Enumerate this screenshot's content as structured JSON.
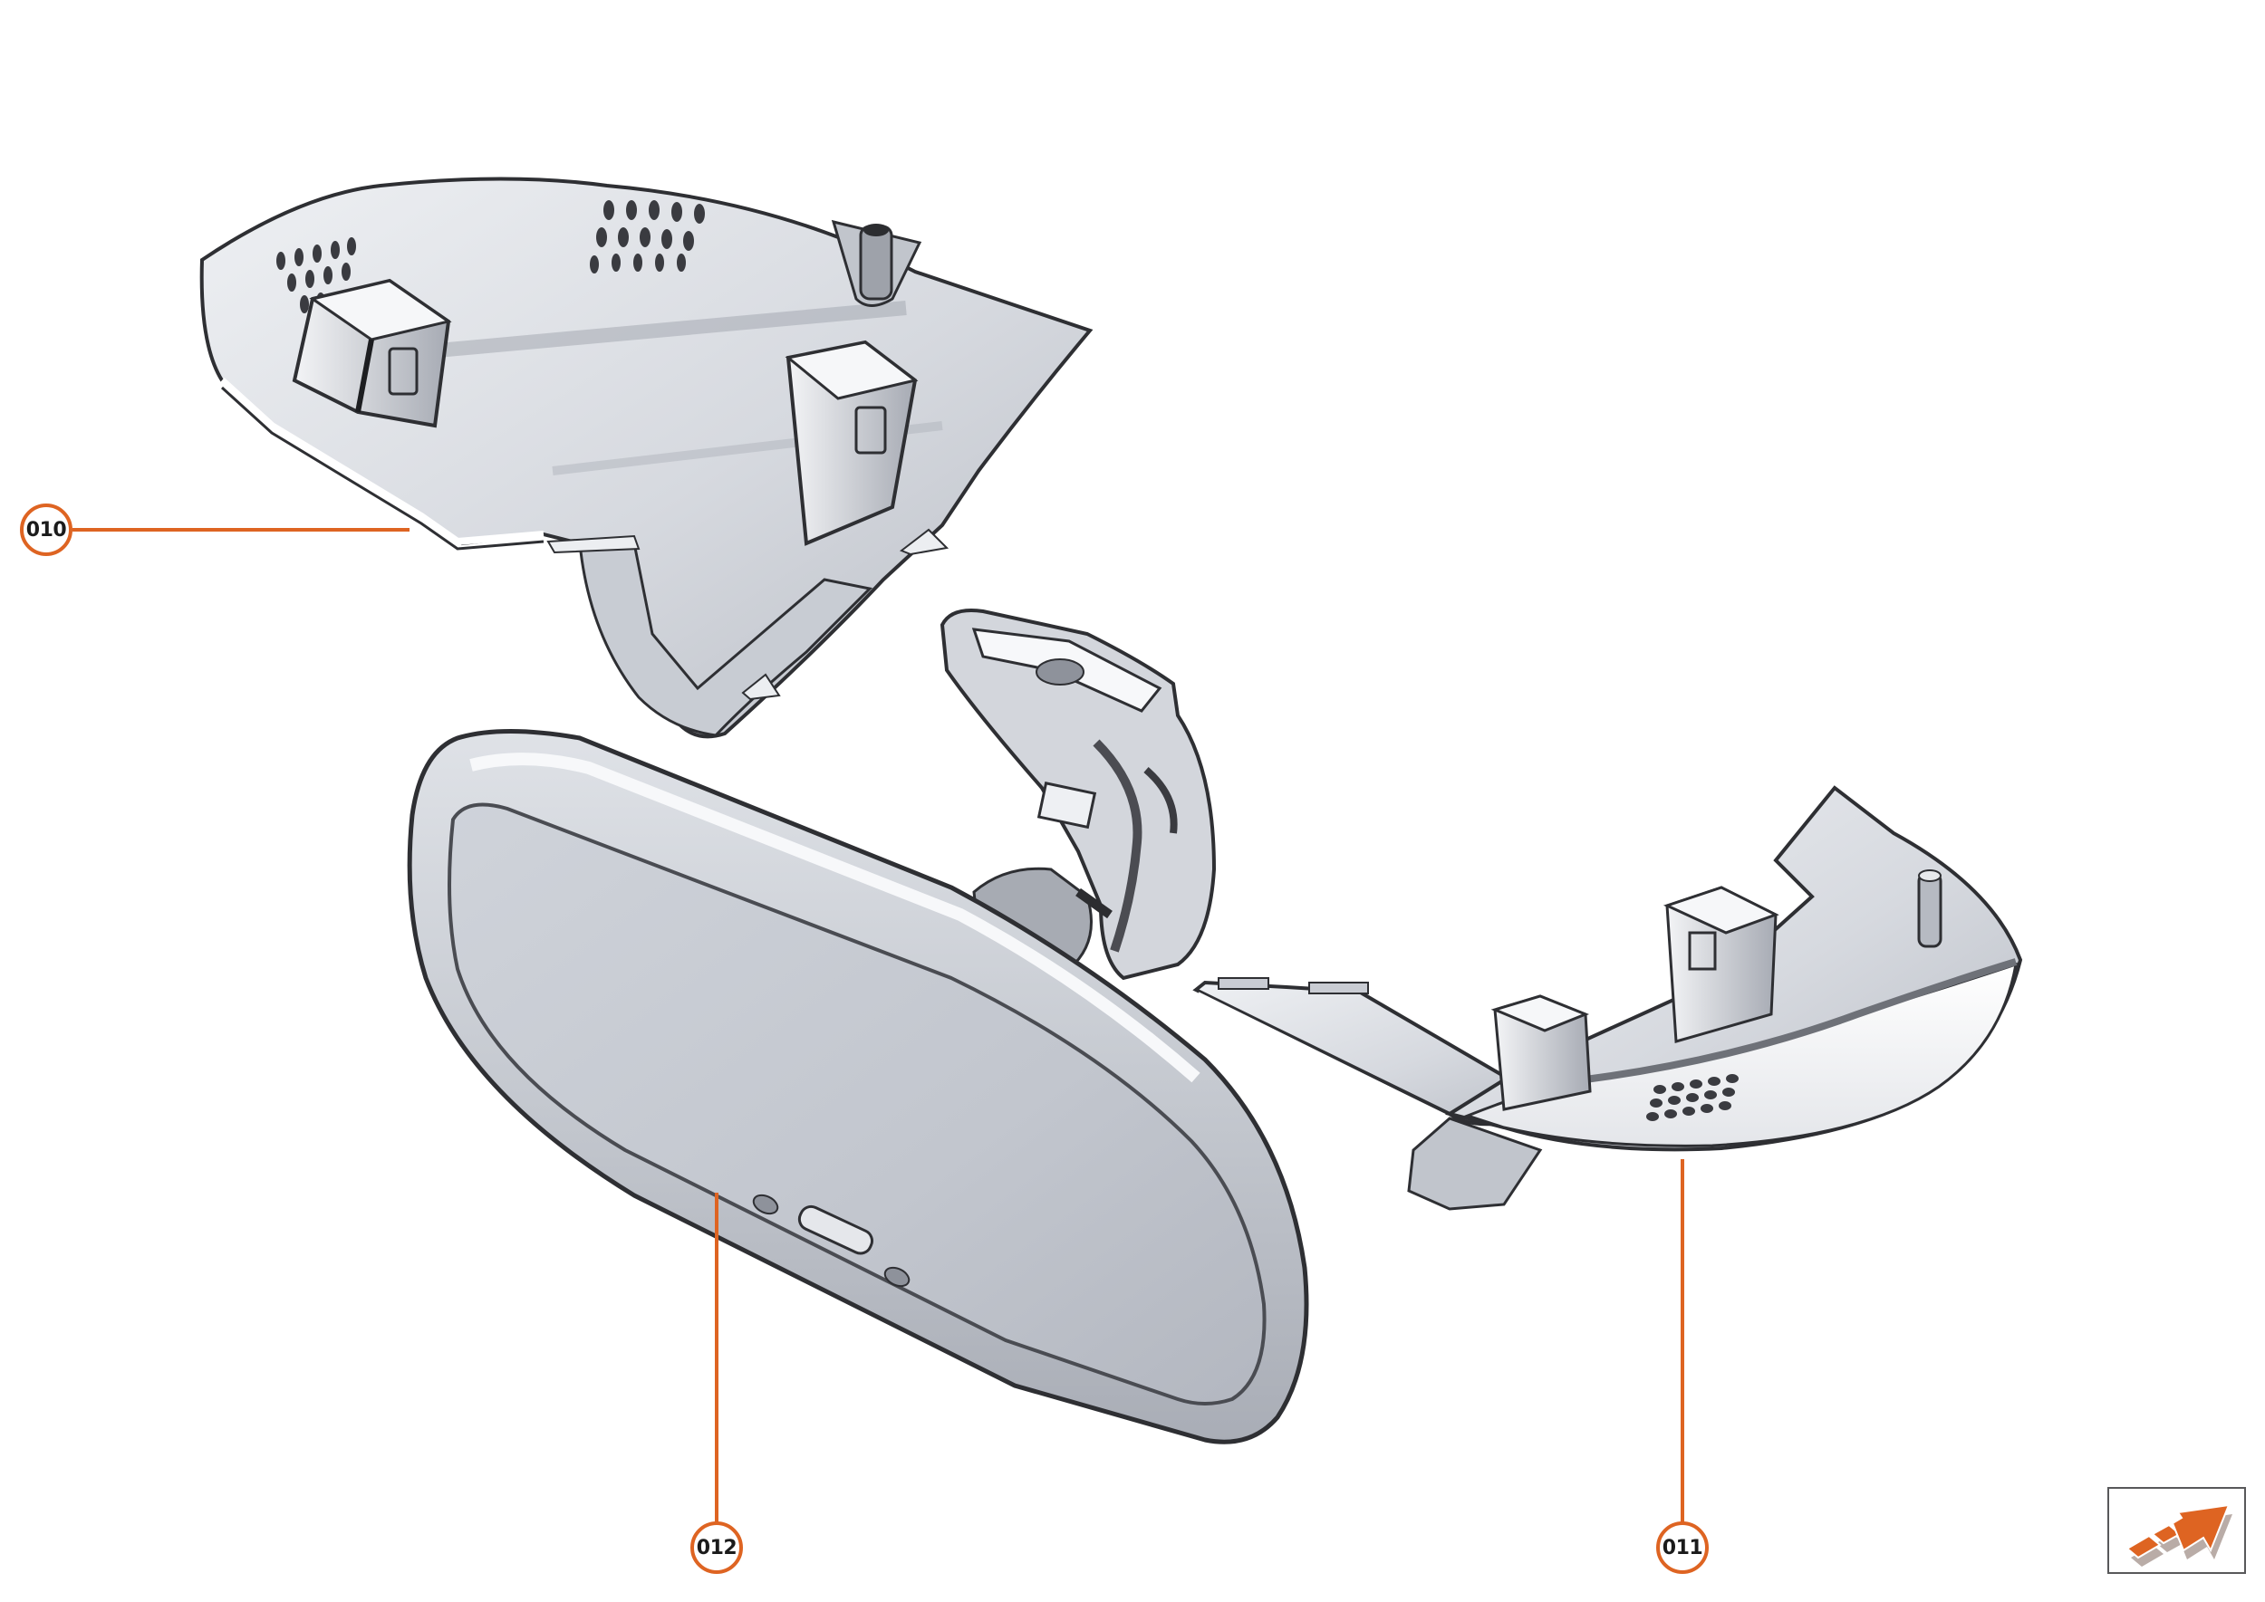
{
  "diagram": {
    "type": "exploded-parts-illustration",
    "subject": "interior rear-view mirror assembly",
    "accent_color": "#de6422",
    "line_color": "#2e2f33",
    "part_fill_light": "#eceef2",
    "part_fill_mid": "#c9ccd3",
    "part_fill_dark": "#8e929b"
  },
  "callouts": [
    {
      "id": "010",
      "label": "010",
      "part": "upper mirror base cover",
      "leader": "horizontal"
    },
    {
      "id": "011",
      "label": "011",
      "part": "lower mirror base cover",
      "leader": "vertical"
    },
    {
      "id": "012",
      "label": "012",
      "part": "interior rear-view mirror",
      "leader": "vertical"
    }
  ],
  "navigation": {
    "icon": "orange-arrow-forward-icon",
    "action": "next"
  }
}
